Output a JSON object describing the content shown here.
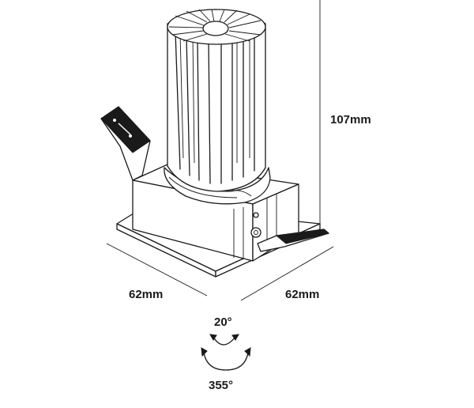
{
  "dimensions": {
    "height": "107mm",
    "width_left": "62mm",
    "width_right": "62mm"
  },
  "angles": {
    "tilt": "20°",
    "rotation": "355°"
  }
}
